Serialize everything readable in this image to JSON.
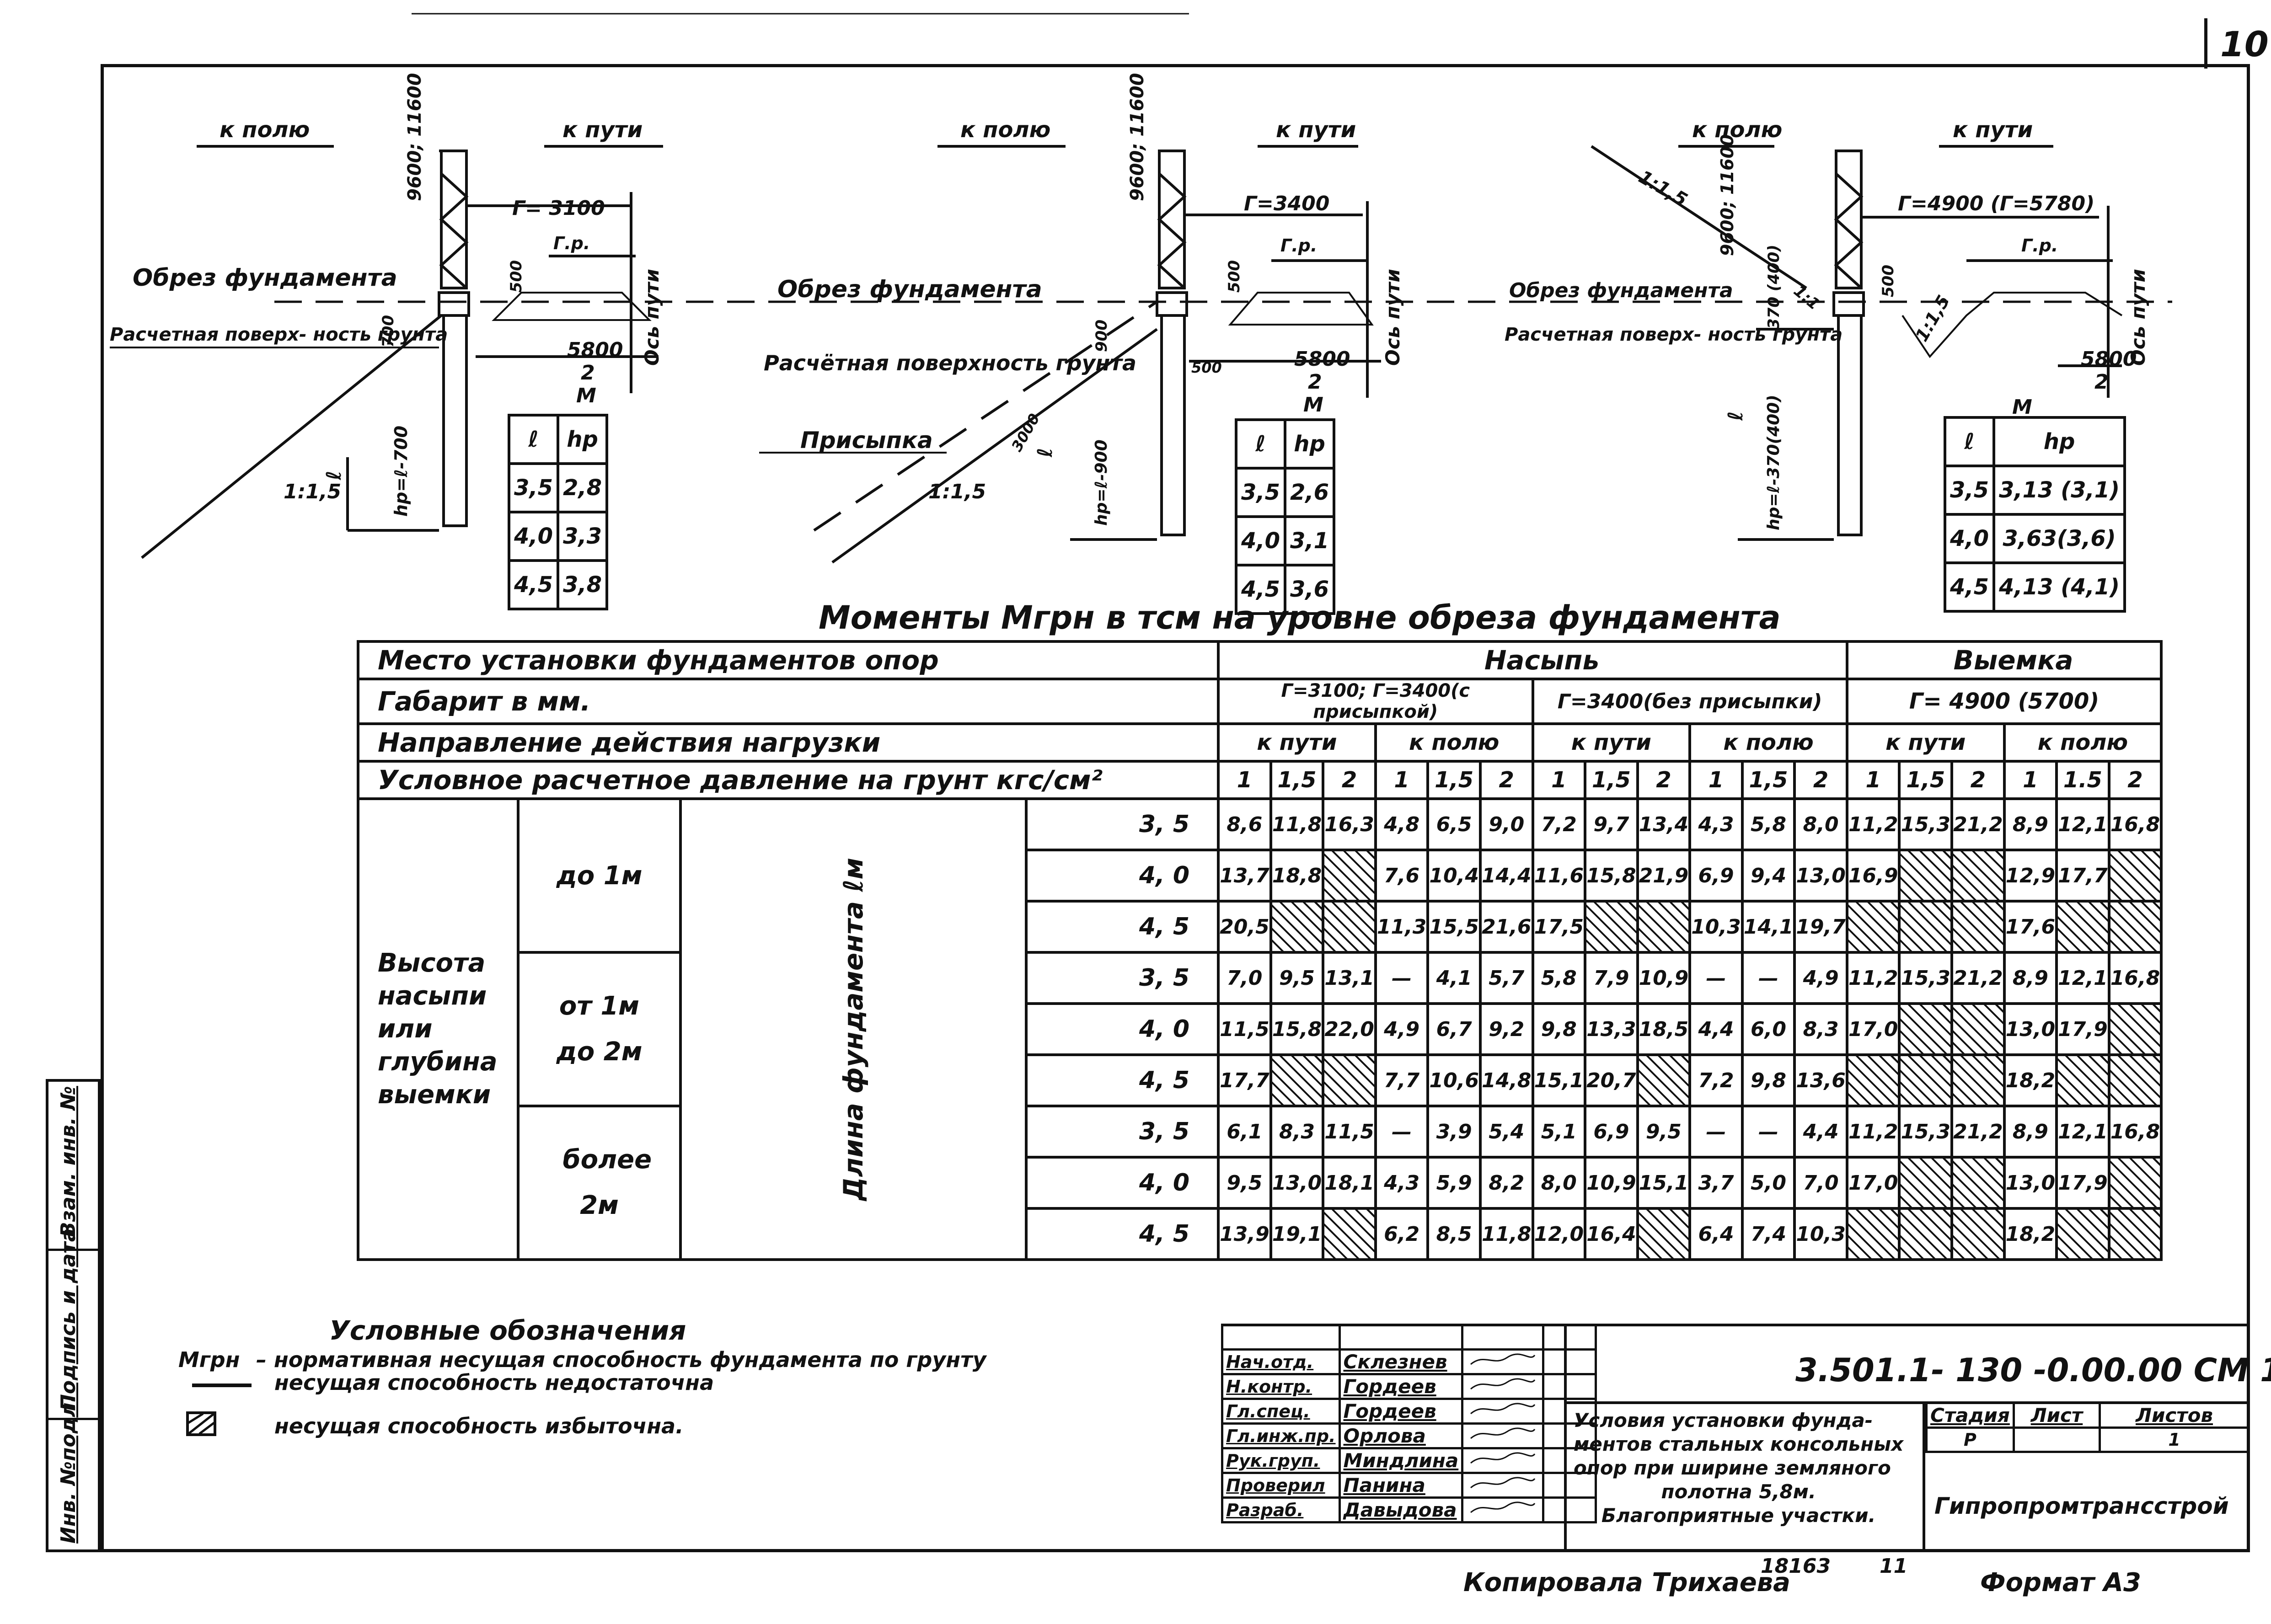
{
  "page_number": "10",
  "diagrams": {
    "d1": {
      "to_field": "к полю",
      "to_track": "к пути",
      "height": "9600; 11600",
      "gauge": "Г= 3100",
      "rp": "Г.р.",
      "cut_label": "Обрез фундамента",
      "surface_label": "Расчетная поверх- ность грунта",
      "dim_500": "500",
      "dim_700": "700",
      "half": "5800",
      "half_den": "2",
      "m": "М",
      "axis": "Ось пути",
      "slope": "1:1,5",
      "hp": "hp=ℓ-700",
      "l": "ℓ"
    },
    "d2": {
      "to_field": "к полю",
      "to_track": "к пути",
      "height": "9600; 11600",
      "gauge": "Г=3400",
      "rp": "Г.р.",
      "cut_label": "Обрез фундамента",
      "surface_label": "Расчётная поверхность грунта",
      "fill_label": "Присыпка",
      "dim_500": "500",
      "dim_900": "900",
      "dim_500b": "500",
      "dim_3000": "3000",
      "half": "5800",
      "half_den": "2",
      "m": "М",
      "axis": "Ось пути",
      "slope": "1:1,5",
      "hp": "hp=ℓ-900",
      "l": "ℓ"
    },
    "d3": {
      "to_field": "к полю",
      "to_track": "к пути",
      "height": "9600; 11600",
      "gauge": "Г=4900 (Г=5780)",
      "rp": "Г.р.",
      "cut_label": "Обрез фундамента",
      "surface_label": "Расчетная поверх- ность грунта",
      "dim_370": "370 (400)",
      "dim_500": "500",
      "half": "5800",
      "half_den": "2",
      "m": "М",
      "axis": "Ось пути",
      "slope1": "1:1,5",
      "slope2": "1:1,5",
      "slope3": "1:1",
      "hp": "hp=ℓ-370(400)",
      "l": "ℓ"
    }
  },
  "small_tables": {
    "t1": {
      "head": [
        "ℓ",
        "hp"
      ],
      "rows": [
        [
          "3,5",
          "2,8"
        ],
        [
          "4,0",
          "3,3"
        ],
        [
          "4,5",
          "3,8"
        ]
      ]
    },
    "t2": {
      "head": [
        "ℓ",
        "hp"
      ],
      "rows": [
        [
          "3,5",
          "2,6"
        ],
        [
          "4,0",
          "3,1"
        ],
        [
          "4,5",
          "3,6"
        ]
      ]
    },
    "t3": {
      "head": [
        "ℓ",
        "hp"
      ],
      "rows": [
        [
          "3,5",
          "3,13 (3,1)"
        ],
        [
          "4,0",
          "3,63(3,6)"
        ],
        [
          "4,5",
          "4,13 (4,1)"
        ]
      ]
    }
  },
  "table_title": "Моменты Mгрн в тсм на уровне обреза фундамента",
  "main_table": {
    "h_place": "Место установки фундаментов опор",
    "h_fill": "Насыпь",
    "h_cut": "Выемка",
    "h_gauge": "Габарит в мм.",
    "gauge1": "Г=3100; Г=3400(с присыпкой)",
    "gauge2": "Г=3400(без присыпки)",
    "gauge3": "Г= 4900 (5700)",
    "h_dir": "Направление действия нагрузки",
    "dirs": [
      "к пути",
      "к полю",
      "к пути",
      "к полю",
      "к пути",
      "к полю"
    ],
    "h_press": "Условное расчетное давление на грунт кгс/см²",
    "press": [
      "1",
      "1,5",
      "2",
      "1",
      "1,5",
      "2",
      "1",
      "1,5",
      "2",
      "1",
      "1,5",
      "2",
      "1",
      "1,5",
      "2",
      "1",
      "1.5",
      "2"
    ],
    "side_label": "Высота насыпи или глубина выемки",
    "len_label": "Длина фундамента ℓм",
    "groups": [
      "до 1м",
      "от 1м до 2м",
      "более 2м"
    ],
    "lens": [
      "3, 5",
      "4, 0",
      "4, 5",
      "3, 5",
      "4, 0",
      "4, 5",
      "3, 5",
      "4, 0",
      "4, 5"
    ],
    "rows": [
      [
        "8,6",
        "11,8",
        "16,3",
        "4,8",
        "6,5",
        "9,0",
        "7,2",
        "9,7",
        "13,4",
        "4,3",
        "5,8",
        "8,0",
        "11,2",
        "15,3",
        "21,2",
        "8,9",
        "12,1",
        "16,8"
      ],
      [
        "13,7",
        "18,8",
        "#",
        "7,6",
        "10,4",
        "14,4",
        "11,6",
        "15,8",
        "21,9",
        "6,9",
        "9,4",
        "13,0",
        "16,9",
        "#",
        "#",
        "12,9",
        "17,7",
        "#"
      ],
      [
        "20,5",
        "#",
        "#",
        "11,3",
        "15,5",
        "21,6",
        "17,5",
        "#",
        "#",
        "10,3",
        "14,1",
        "19,7",
        "#",
        "#",
        "#",
        "17,6",
        "#",
        "#"
      ],
      [
        "7,0",
        "9,5",
        "13,1",
        "—",
        "4,1",
        "5,7",
        "5,8",
        "7,9",
        "10,9",
        "—",
        "—",
        "4,9",
        "11,2",
        "15,3",
        "21,2",
        "8,9",
        "12,1",
        "16,8"
      ],
      [
        "11,5",
        "15,8",
        "22,0",
        "4,9",
        "6,7",
        "9,2",
        "9,8",
        "13,3",
        "18,5",
        "4,4",
        "6,0",
        "8,3",
        "17,0",
        "#",
        "#",
        "13,0",
        "17,9",
        "#"
      ],
      [
        "17,7",
        "#",
        "#",
        "7,7",
        "10,6",
        "14,8",
        "15,1",
        "20,7",
        "#",
        "7,2",
        "9,8",
        "13,6",
        "#",
        "#",
        "#",
        "18,2",
        "#",
        "#"
      ],
      [
        "6,1",
        "8,3",
        "11,5",
        "—",
        "3,9",
        "5,4",
        "5,1",
        "6,9",
        "9,5",
        "—",
        "—",
        "4,4",
        "11,2",
        "15,3",
        "21,2",
        "8,9",
        "12,1",
        "16,8"
      ],
      [
        "9,5",
        "13,0",
        "18,1",
        "4,3",
        "5,9",
        "8,2",
        "8,0",
        "10,9",
        "15,1",
        "3,7",
        "5,0",
        "7,0",
        "17,0",
        "#",
        "#",
        "13,0",
        "17,9",
        "#"
      ],
      [
        "13,9",
        "19,1",
        "#",
        "6,2",
        "8,5",
        "11,8",
        "12,0",
        "16,4",
        "#",
        "6,4",
        "7,4",
        "10,3",
        "#",
        "#",
        "#",
        "18,2",
        "#",
        "#"
      ]
    ]
  },
  "legend": {
    "title": "Условные обозначения",
    "sym": "Mгрн",
    "item1": "– нормативная несущая способность фундамента по грунту",
    "item2": "несущая способность недостаточна",
    "item3": "несущая способность избыточна."
  },
  "side_strip": [
    "Инв. №подл.",
    "Подпись и дата",
    "Взам. инв. №"
  ],
  "title_block": {
    "roles": [
      "Нач.отд.",
      "Н.контр.",
      "Гл.спец.",
      "Гл.инж.пр.",
      "Рук.груп.",
      "Проверил",
      "Разраб."
    ],
    "names": [
      "Склезнев",
      "Гордеев",
      "Гордеев",
      "Орлова",
      "Миндлина",
      "Панина",
      "Давыдова"
    ],
    "code": "3.501.1- 130 -0.00.00 СМ 1",
    "desc": [
      "Условия установки фунда-",
      "ментов стальных консольных",
      "опор при ширине земляного",
      "полотна 5,8м.",
      "Благоприятные участки."
    ],
    "h_stage": "Стадия",
    "h_sheet": "Лист",
    "h_sheets": "Листов",
    "stage": "Р",
    "sheet": "",
    "sheets": "1",
    "org": "Гипропромтрансстрой"
  },
  "footer": {
    "copied": "Копировала Трихаева",
    "num": "18163",
    "num2": "11",
    "format": "Формат А3"
  }
}
